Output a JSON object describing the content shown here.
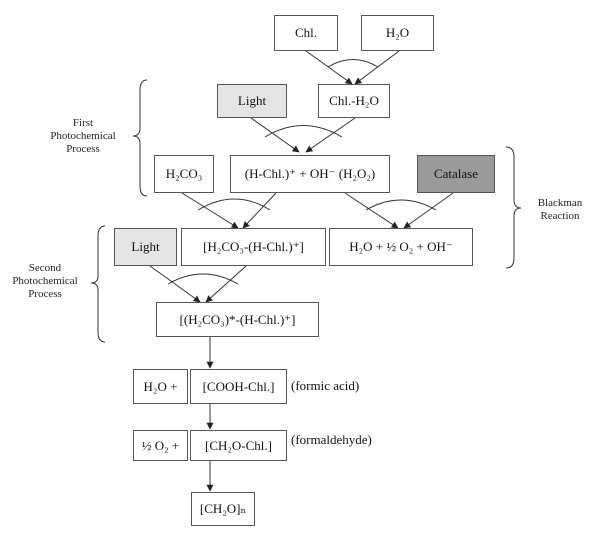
{
  "nodes": {
    "chl": "Chl.",
    "h2o_top": "H₂O",
    "light1": "Light",
    "chl_h2o": "Chl.-H₂O",
    "h2co3": "H₂CO₃",
    "hchl_oh": "(H-Chl.)⁺ + OH⁻ (H₂O₂)",
    "catalase": "Catalase",
    "light2": "Light",
    "complex1": "[H₂CO₃-(H-Chl.)⁺]",
    "products_blackman": "H₂O + ½ O₂ + OH⁻",
    "complex2": "[(H₂CO₃)*-(H-Chl.)⁺]",
    "h2o_plus": "H₂O +",
    "cooh": "[COOH-Chl.]",
    "o2_plus": "½ O₂ +",
    "ch2o_chl": "[CH₂O-Chl.]",
    "ch2o_n": "[CH₂O]ₙ"
  },
  "annotations": {
    "formic_acid": "(formic acid)",
    "formaldehyde": "(formaldehyde)"
  },
  "sections": {
    "first_line1": "First",
    "first_line2": "Photochemical",
    "first_line3": "Process",
    "second_line1": "Second",
    "second_line2": "Photochemical",
    "second_line3": "Process",
    "blackman_line1": "Blackman",
    "blackman_line2": "Reaction"
  }
}
